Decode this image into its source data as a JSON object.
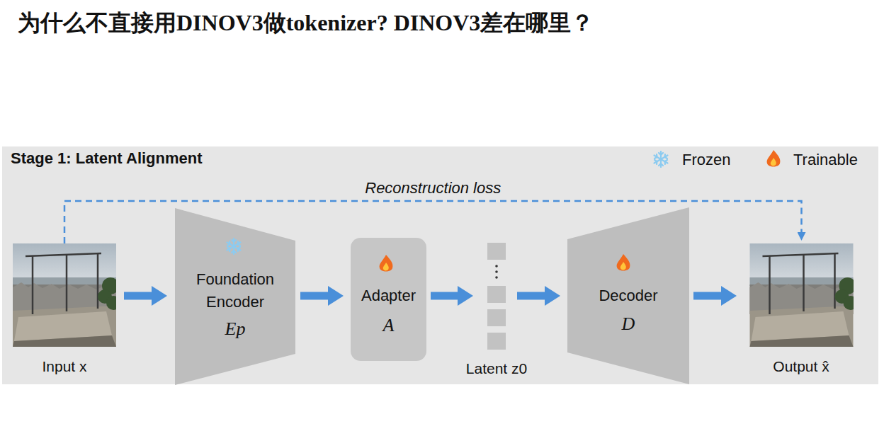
{
  "diagram": {
    "title": "为什么不直接用DINOV3做tokenizer? DINOV3差在哪里？",
    "nodes": [
      {
        "text": [
          "Input x"
        ]
      },
      {
        "text": [
          "Foundation Encoder",
          "Ep"
        ]
      },
      {
        "text": [
          "Adapter",
          "A"
        ]
      },
      {
        "text": [
          "Latent z0"
        ]
      },
      {
        "text": [
          "Decoder",
          "D"
        ]
      },
      {
        "text": [
          "Output x̂"
        ]
      }
    ],
    "edges": [
      {
        "from": 0,
        "to": 1,
        "arrow": "to"
      },
      {
        "from": 1,
        "to": 2,
        "arrow": "to"
      },
      {
        "from": 2,
        "to": 3,
        "arrow": "to"
      },
      {
        "from": 3,
        "to": 4,
        "arrow": "to"
      },
      {
        "from": 4,
        "to": 5,
        "arrow": "to"
      },
      {
        "from": 0,
        "to": 5,
        "label": "Reconstruction loss",
        "arrow": "to"
      }
    ],
    "labels": [
      "Stage 1: Latent Alignment"
    ],
    "legend": [
      {
        "text": "Frozen"
      },
      {
        "text": "Trainable"
      }
    ]
  }
}
